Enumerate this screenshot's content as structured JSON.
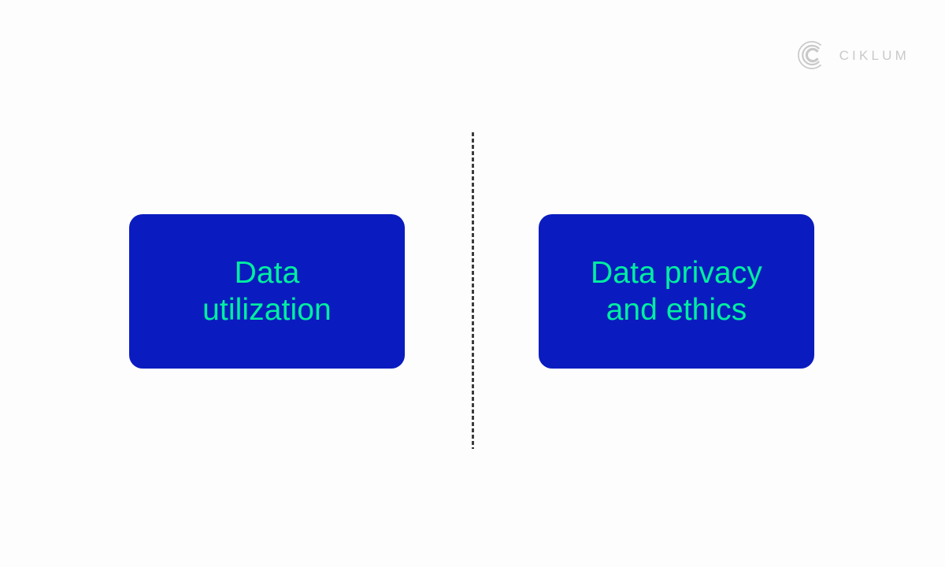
{
  "slide": {
    "background_color": "#fdfdfd"
  },
  "brand": {
    "wordmark": "CIKLUM",
    "mark_icon": "ciklum-concentric-arcs-icon",
    "color": "#c9c9c9"
  },
  "divider": {
    "style": "vertical-dashed",
    "color": "#3c3c3c"
  },
  "cards": [
    {
      "id": "data-utilization",
      "title": "Data\nutilization",
      "background_color": "#0a1cbf",
      "text_color": "#00efa0"
    },
    {
      "id": "data-privacy-and-ethics",
      "title": "Data privacy\nand ethics",
      "background_color": "#0a1cbf",
      "text_color": "#00efa0"
    }
  ]
}
